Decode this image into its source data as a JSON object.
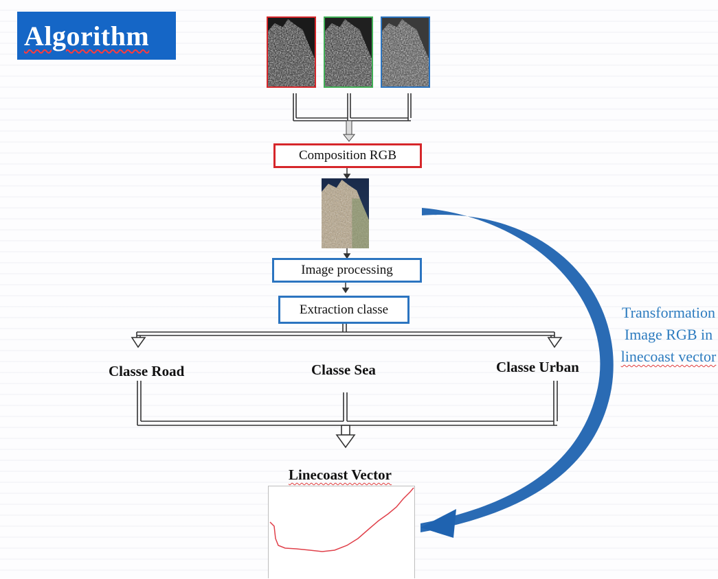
{
  "title": "Algorithm",
  "steps": {
    "composition": "Composition RGB",
    "image_processing": "Image processing",
    "extraction": "Extraction classe"
  },
  "classes": {
    "road": "Classe Road",
    "sea": "Classe Sea",
    "urban": "Classe Urban"
  },
  "output": {
    "title": "Linecoast Vector"
  },
  "side_note": {
    "line1": "Transformation",
    "line2": "Image RGB in",
    "line3": "linecoast vector"
  },
  "colors": {
    "title_bg": "#1566c6",
    "red_band": "#d6262a",
    "green_band": "#3fae55",
    "blue_band": "#2b74c0",
    "side_text": "#2c7bbf",
    "curve_arrow": "#1f63b0",
    "coast_line": "#e0404a"
  }
}
